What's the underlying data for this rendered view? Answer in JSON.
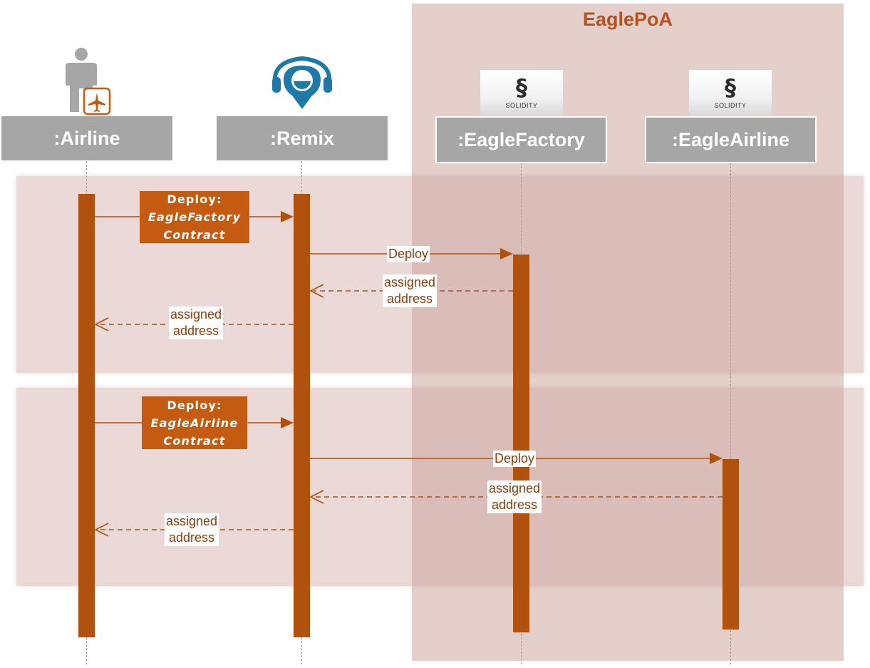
{
  "region": {
    "title": "EaglePoA"
  },
  "participants": [
    {
      "id": "airline",
      "label": ":Airline",
      "icon": "airline-user-icon"
    },
    {
      "id": "remix",
      "label": ":Remix",
      "icon": "remix-logo-icon"
    },
    {
      "id": "eaglefactory",
      "label": ":EagleFactory",
      "icon": "solidity-logo-icon",
      "logo_text": "SOLIDITY"
    },
    {
      "id": "eagleairline",
      "label": ":EagleAirline",
      "icon": "solidity-logo-icon",
      "logo_text": "SOLIDITY"
    }
  ],
  "messages": {
    "deploy_factory": {
      "line1": "Deploy:",
      "line2": "EagleFactory",
      "line3": "Contract"
    },
    "deploy_factory_call": "Deploy",
    "factory_return": {
      "line1": "assigned",
      "line2": "address"
    },
    "factory_return_to_airline": {
      "line1": "assigned",
      "line2": "address"
    },
    "deploy_airline": {
      "line1": "Deploy:",
      "line2": "EagleAirline",
      "line3": "Contract"
    },
    "deploy_airline_call": "Deploy",
    "airline_return": {
      "line1": "assigned",
      "line2": "address"
    },
    "airline_return_to_airline": {
      "line1": "assigned",
      "line2": "address"
    }
  },
  "colors": {
    "accent": "#c55a11",
    "activation": "#b0510e",
    "arrow": "#b0510e",
    "region": "#e4cfcb",
    "participant": "#a6a6a6",
    "remix": "#1e78a8",
    "title": "#b65220"
  }
}
